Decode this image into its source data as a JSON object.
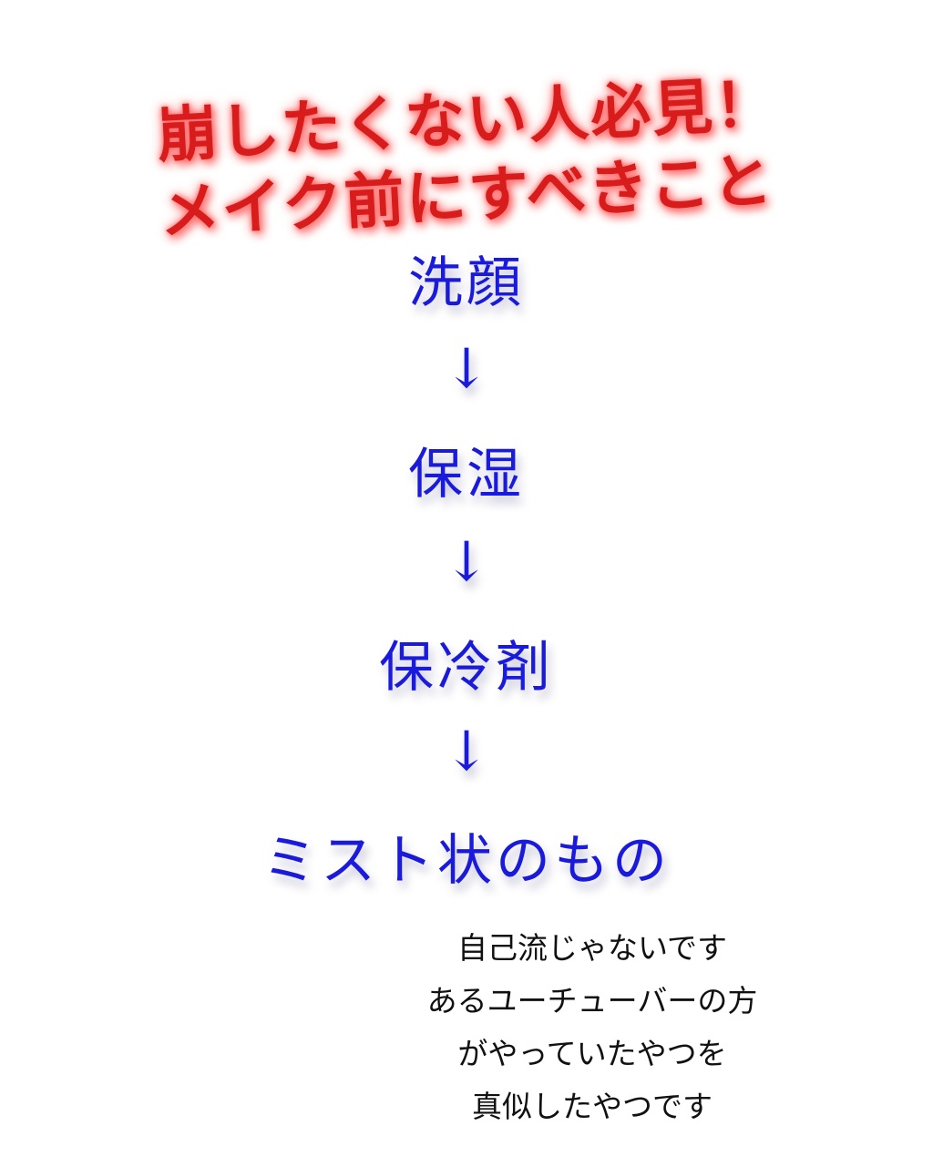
{
  "title": {
    "line1": "崩したくない人必見！",
    "line2": "メイク前にすべきこと",
    "color": "#d81b1b"
  },
  "steps": [
    {
      "label": "洗顔"
    },
    {
      "label": "保湿"
    },
    {
      "label": "保冷剤"
    },
    {
      "label": "ミスト状のもの"
    }
  ],
  "arrow_glyph": "↓",
  "step_color": "#1a1adc",
  "note": {
    "lines": [
      "自己流じゃないです",
      "あるユーチューバーの方",
      "がやっていたやつを",
      "真似したやつです"
    ]
  }
}
